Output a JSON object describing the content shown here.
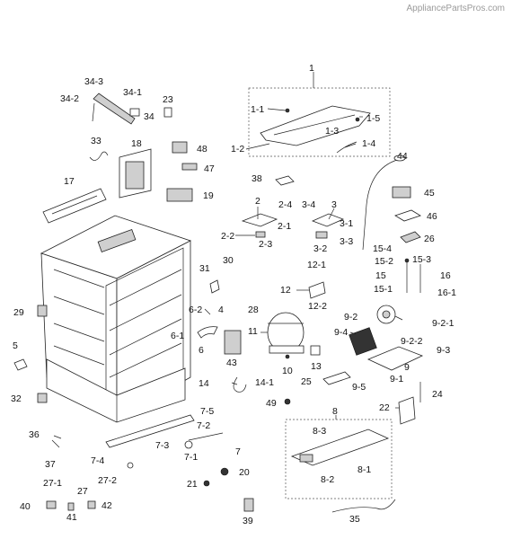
{
  "watermark": "AppliancePartsPros.com",
  "labels": [
    {
      "id": "1",
      "text": "1"
    },
    {
      "id": "1-1",
      "text": "1-1"
    },
    {
      "id": "1-2",
      "text": "1-2"
    },
    {
      "id": "1-3",
      "text": "1-3"
    },
    {
      "id": "1-4",
      "text": "1-4"
    },
    {
      "id": "1-5",
      "text": "1-5"
    },
    {
      "id": "2",
      "text": "2"
    },
    {
      "id": "2-1",
      "text": "2-1"
    },
    {
      "id": "2-2",
      "text": "2-2"
    },
    {
      "id": "2-3",
      "text": "2-3"
    },
    {
      "id": "2-4",
      "text": "2-4"
    },
    {
      "id": "3",
      "text": "3"
    },
    {
      "id": "3-1",
      "text": "3-1"
    },
    {
      "id": "3-2",
      "text": "3-2"
    },
    {
      "id": "3-3",
      "text": "3-3"
    },
    {
      "id": "3-4",
      "text": "3-4"
    },
    {
      "id": "4",
      "text": "4"
    },
    {
      "id": "5",
      "text": "5"
    },
    {
      "id": "6",
      "text": "6"
    },
    {
      "id": "6-1",
      "text": "6-1"
    },
    {
      "id": "6-2",
      "text": "6-2"
    },
    {
      "id": "7",
      "text": "7"
    },
    {
      "id": "7-1",
      "text": "7-1"
    },
    {
      "id": "7-2",
      "text": "7-2"
    },
    {
      "id": "7-3",
      "text": "7-3"
    },
    {
      "id": "7-4",
      "text": "7-4"
    },
    {
      "id": "7-5",
      "text": "7-5"
    },
    {
      "id": "8",
      "text": "8"
    },
    {
      "id": "8-1",
      "text": "8-1"
    },
    {
      "id": "8-2",
      "text": "8-2"
    },
    {
      "id": "8-3",
      "text": "8-3"
    },
    {
      "id": "9",
      "text": "9"
    },
    {
      "id": "9-1",
      "text": "9-1"
    },
    {
      "id": "9-2",
      "text": "9-2"
    },
    {
      "id": "9-2-1",
      "text": "9-2-1"
    },
    {
      "id": "9-2-2",
      "text": "9-2-2"
    },
    {
      "id": "9-3",
      "text": "9-3"
    },
    {
      "id": "9-4",
      "text": "9-4"
    },
    {
      "id": "9-5",
      "text": "9-5"
    },
    {
      "id": "10",
      "text": "10"
    },
    {
      "id": "11",
      "text": "11"
    },
    {
      "id": "12",
      "text": "12"
    },
    {
      "id": "12-1",
      "text": "12-1"
    },
    {
      "id": "12-2",
      "text": "12-2"
    },
    {
      "id": "13",
      "text": "13"
    },
    {
      "id": "14",
      "text": "14"
    },
    {
      "id": "14-1",
      "text": "14-1"
    },
    {
      "id": "15",
      "text": "15"
    },
    {
      "id": "15-1",
      "text": "15-1"
    },
    {
      "id": "15-2",
      "text": "15-2"
    },
    {
      "id": "15-3",
      "text": "15-3"
    },
    {
      "id": "15-4",
      "text": "15-4"
    },
    {
      "id": "16",
      "text": "16"
    },
    {
      "id": "16-1",
      "text": "16-1"
    },
    {
      "id": "17",
      "text": "17"
    },
    {
      "id": "18",
      "text": "18"
    },
    {
      "id": "19",
      "text": "19"
    },
    {
      "id": "20",
      "text": "20"
    },
    {
      "id": "21",
      "text": "21"
    },
    {
      "id": "22",
      "text": "22"
    },
    {
      "id": "23",
      "text": "23"
    },
    {
      "id": "24",
      "text": "24"
    },
    {
      "id": "25",
      "text": "25"
    },
    {
      "id": "26",
      "text": "26"
    },
    {
      "id": "27",
      "text": "27"
    },
    {
      "id": "27-1",
      "text": "27-1"
    },
    {
      "id": "27-2",
      "text": "27-2"
    },
    {
      "id": "28",
      "text": "28"
    },
    {
      "id": "29",
      "text": "29"
    },
    {
      "id": "30",
      "text": "30"
    },
    {
      "id": "31",
      "text": "31"
    },
    {
      "id": "32",
      "text": "32"
    },
    {
      "id": "33",
      "text": "33"
    },
    {
      "id": "34",
      "text": "34"
    },
    {
      "id": "34-1",
      "text": "34-1"
    },
    {
      "id": "34-2",
      "text": "34-2"
    },
    {
      "id": "34-3",
      "text": "34-3"
    },
    {
      "id": "35",
      "text": "35"
    },
    {
      "id": "36",
      "text": "36"
    },
    {
      "id": "37",
      "text": "37"
    },
    {
      "id": "38",
      "text": "38"
    },
    {
      "id": "39",
      "text": "39"
    },
    {
      "id": "40",
      "text": "40"
    },
    {
      "id": "41",
      "text": "41"
    },
    {
      "id": "42",
      "text": "42"
    },
    {
      "id": "43",
      "text": "43"
    },
    {
      "id": "44",
      "text": "44"
    },
    {
      "id": "45",
      "text": "45"
    },
    {
      "id": "46",
      "text": "46"
    },
    {
      "id": "47",
      "text": "47"
    },
    {
      "id": "48",
      "text": "48"
    },
    {
      "id": "49",
      "text": "49"
    }
  ]
}
